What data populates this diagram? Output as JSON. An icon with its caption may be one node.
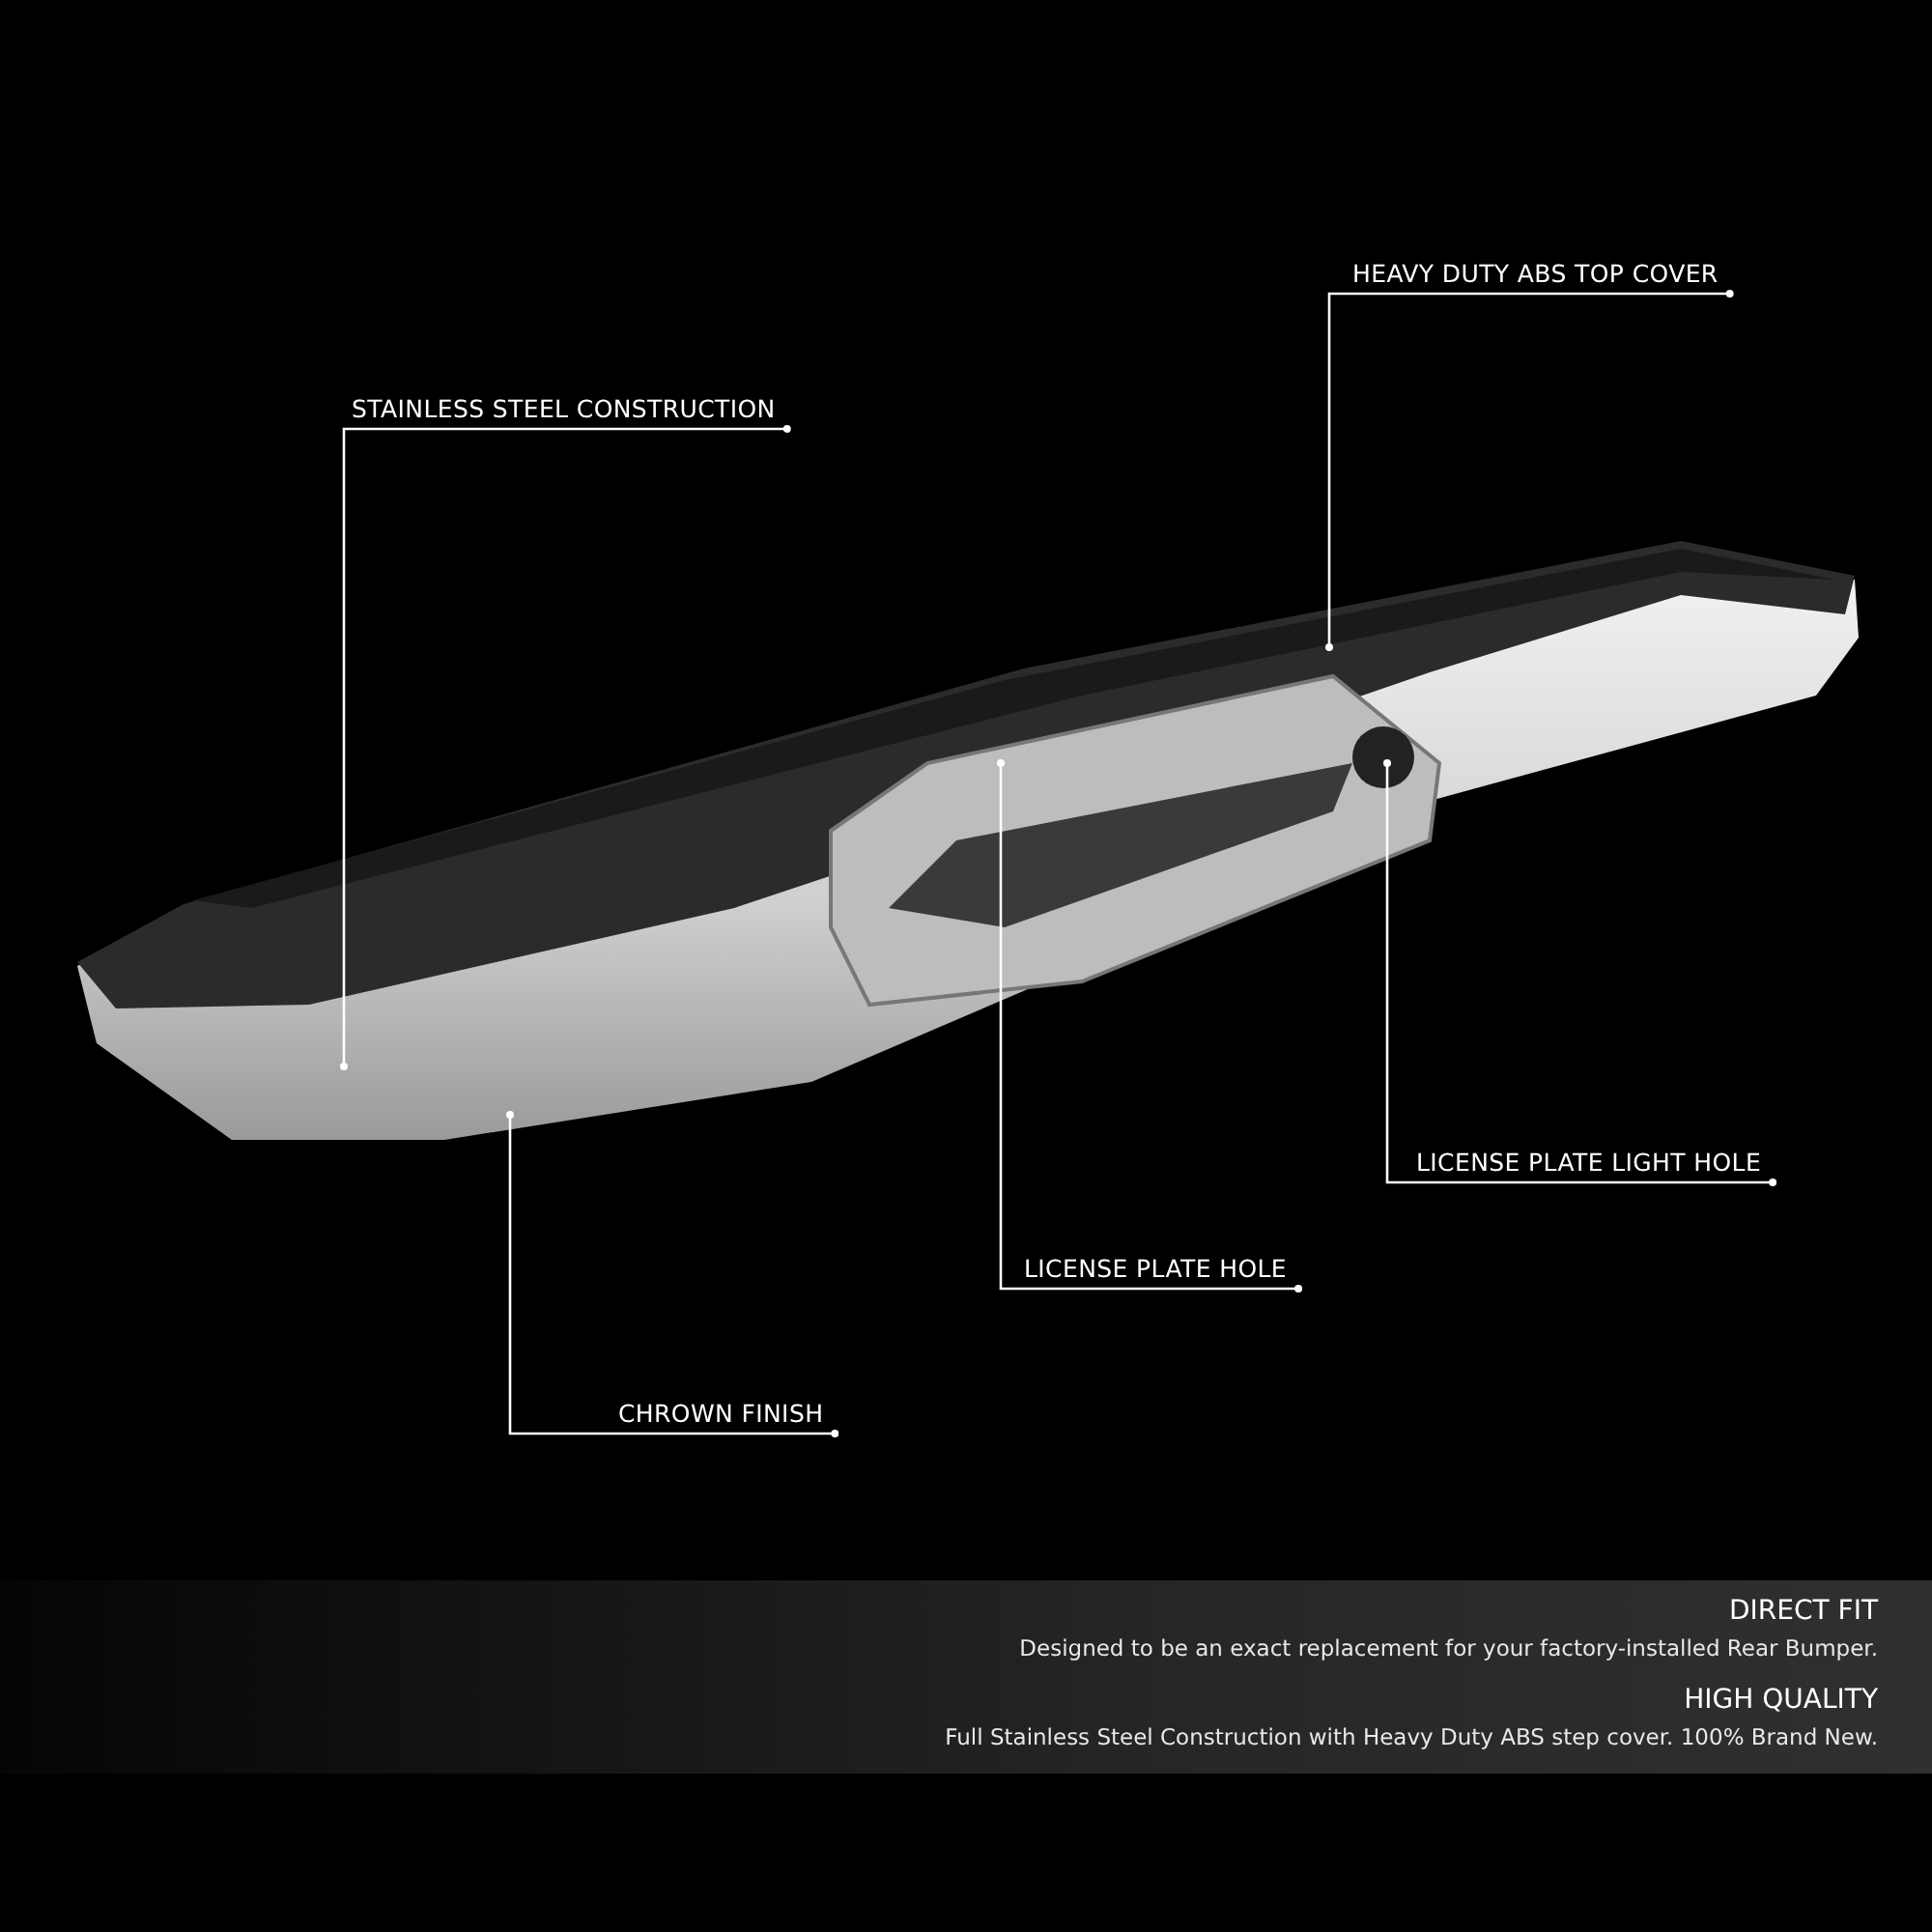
{
  "diagram": {
    "nodes": [
      {
        "text": [
          "STAINLESS STEEL CONSTRUCTION"
        ]
      },
      {
        "text": [
          "HEAVY DUTY ABS TOP COVER"
        ]
      },
      {
        "text": [
          "LICENSE PLATE LIGHT HOLE"
        ]
      },
      {
        "text": [
          "LICENSE PLATE HOLE"
        ]
      },
      {
        "text": [
          "CHROWN FINISH"
        ]
      }
    ],
    "edges": [
      {
        "from": 0,
        "to": null,
        "arrow": "other"
      },
      {
        "from": 1,
        "to": null,
        "arrow": "other"
      },
      {
        "from": 2,
        "to": null,
        "arrow": "other"
      },
      {
        "from": 3,
        "to": null,
        "arrow": "other"
      },
      {
        "from": 4,
        "to": null,
        "arrow": "other"
      }
    ],
    "labels": [
      "DIRECT FIT",
      "Designed to be an exact replacement for your factory-installed Rear Bumper.",
      "HIGH QUALITY",
      "Full Stainless Steel Construction with Heavy Duty ABS step cover. 100% Brand New."
    ]
  }
}
